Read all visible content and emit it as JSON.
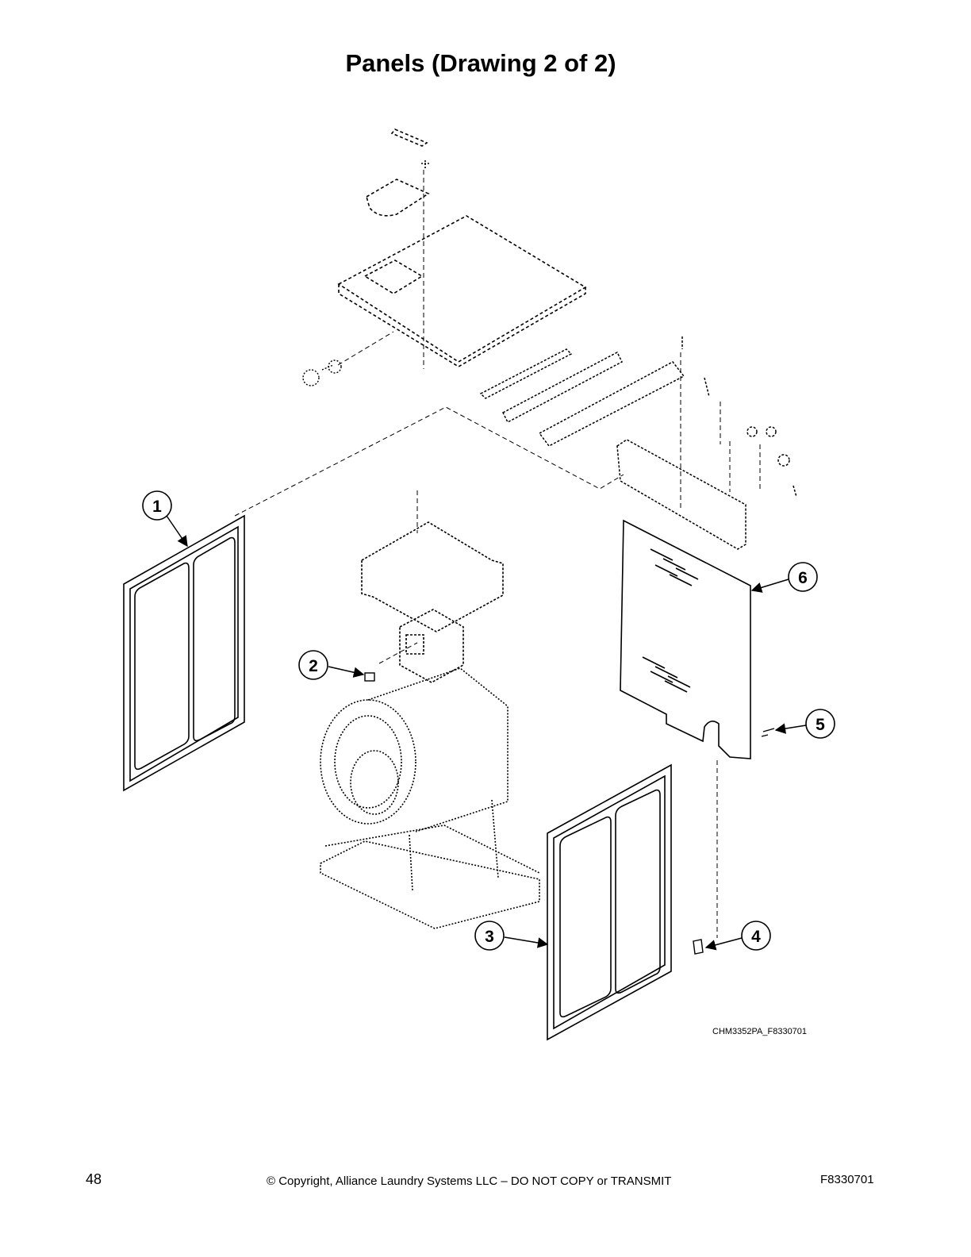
{
  "title": "Panels (Drawing 2 of 2)",
  "callouts": [
    "1",
    "2",
    "3",
    "4",
    "5",
    "6"
  ],
  "drawing_id": "CHM3352PA_F8330701",
  "footer": {
    "page_number": "48",
    "copyright": "© Copyright, Alliance Laundry Systems LLC – DO NOT COPY or TRANSMIT",
    "doc_number": "F8330701"
  }
}
